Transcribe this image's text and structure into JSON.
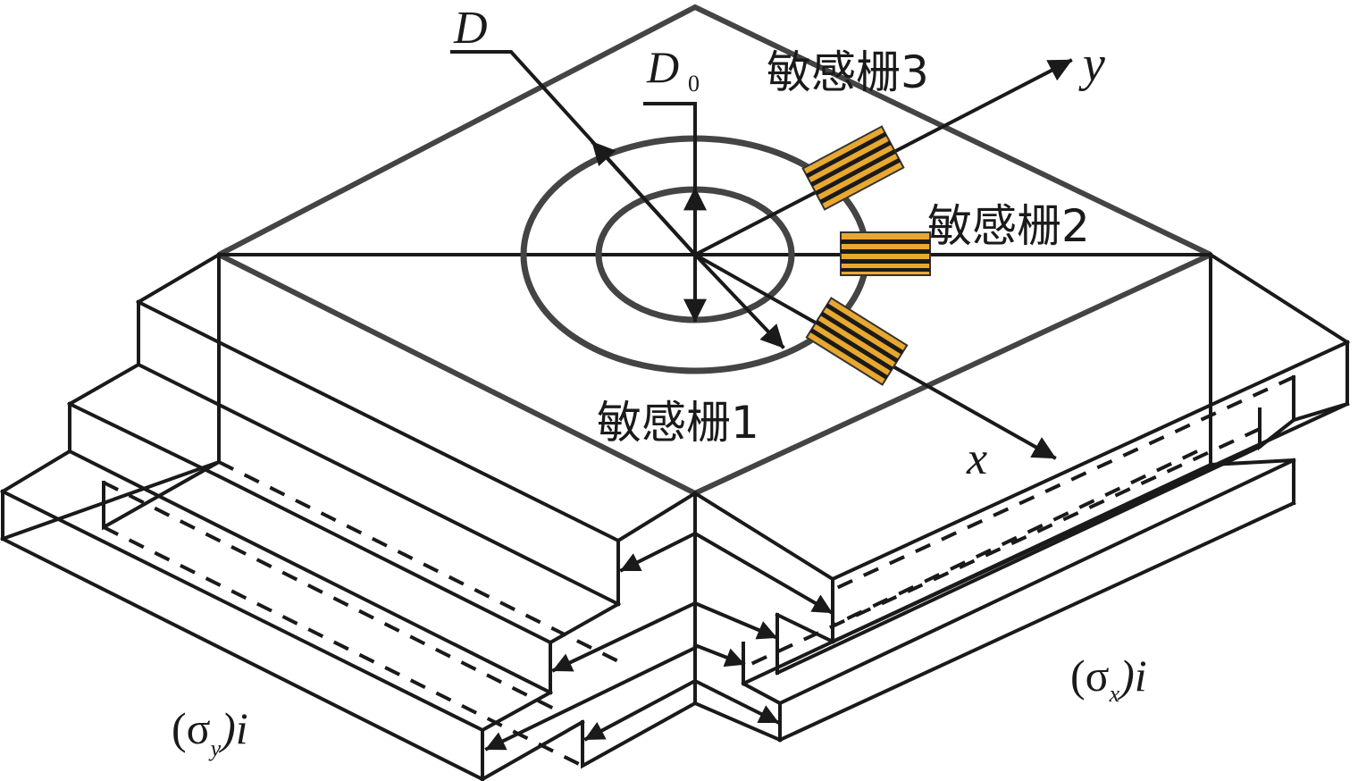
{
  "labels": {
    "D": "D",
    "D0_main": "D",
    "D0_sub": "0",
    "y_axis": "y",
    "x_axis": "x",
    "grid1": "敏感栅1",
    "grid2": "敏感栅2",
    "grid3": "敏感栅3",
    "sigma_y": "(σ",
    "sigma_y_sub": "y",
    "sigma_y_tail": ")i",
    "sigma_x": "(σ",
    "sigma_x_sub": "x",
    "sigma_x_tail": ")i"
  },
  "colors": {
    "grid_fill": "#E8A830",
    "grid_stripe": "#1a1a1a",
    "line": "#1a1a1a",
    "plate_edge": "#444444"
  }
}
